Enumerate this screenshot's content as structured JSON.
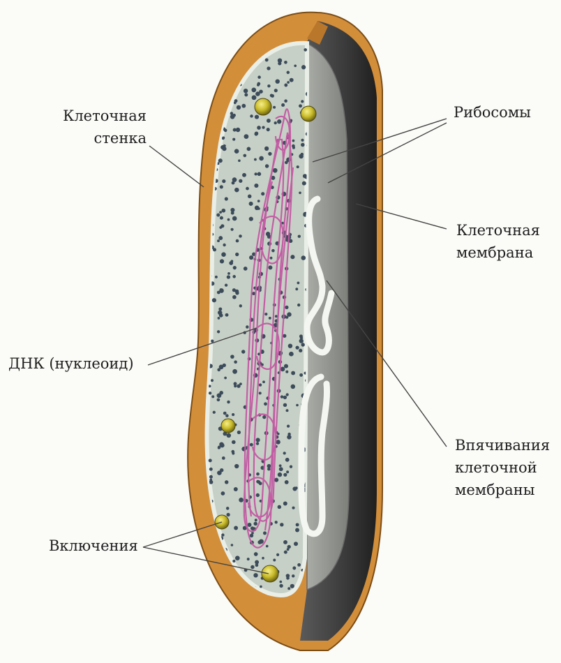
{
  "labels": {
    "cell_wall": {
      "line1": "Клеточная",
      "line2": "стенка"
    },
    "ribosomes": "Рибосомы",
    "cell_membrane": {
      "line1": "Клеточная",
      "line2": "мембрана"
    },
    "dna": "ДНК (нуклеоид)",
    "invaginations": {
      "line1": "Впячивания",
      "line2": "клеточной",
      "line3": "мембраны"
    },
    "inclusions": "Включения"
  },
  "colors": {
    "cell_wall": "#d38e3a",
    "cell_wall_dark": "#8e5a1a",
    "membrane_dark": "#2f2f2f",
    "cytoplasm": "#c7d0c6",
    "ribosome": "#3c4b5a",
    "dna": "#c25aa3",
    "inclusion": "#c9bb2a"
  }
}
